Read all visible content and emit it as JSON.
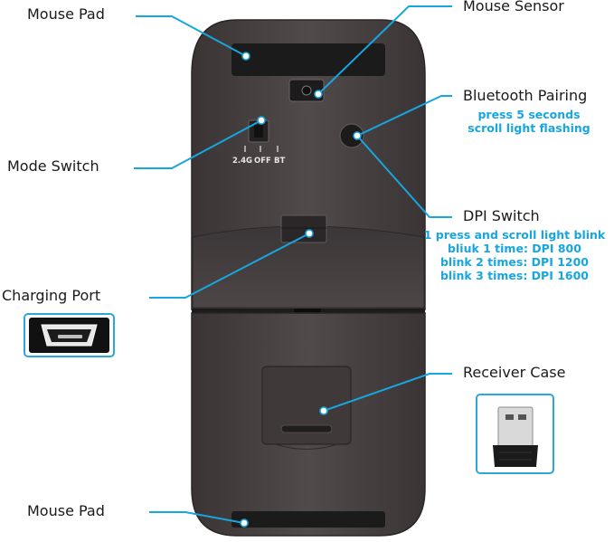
{
  "colors": {
    "accent": "#17a6e0",
    "body": "#4a4344",
    "body_dark": "#2f2b2c",
    "pad": "#1b1b1b"
  },
  "labels": {
    "mouse_pad_top": "Mouse Pad",
    "mouse_sensor": "Mouse Sensor",
    "bluetooth_pairing": "Bluetooth Pairing",
    "bluetooth_details": [
      "press 5 seconds",
      "scroll light flashing"
    ],
    "mode_switch": "Mode Switch",
    "mode_options": [
      "2.4G",
      "OFF",
      "BT"
    ],
    "dpi_switch": "DPI Switch",
    "dpi_details": [
      "1 press and scroll light blink",
      "bliuk 1 time: DPI 800",
      "blink 2 times: DPI 1200",
      "blink 3 times: DPI 1600"
    ],
    "charging_port": "Charging Port",
    "receiver_case": "Receiver Case",
    "mouse_pad_bottom": "Mouse Pad"
  },
  "icons": {
    "charging_port_inset": "micro-usb-port-icon",
    "receiver_inset": "usb-receiver-icon"
  }
}
